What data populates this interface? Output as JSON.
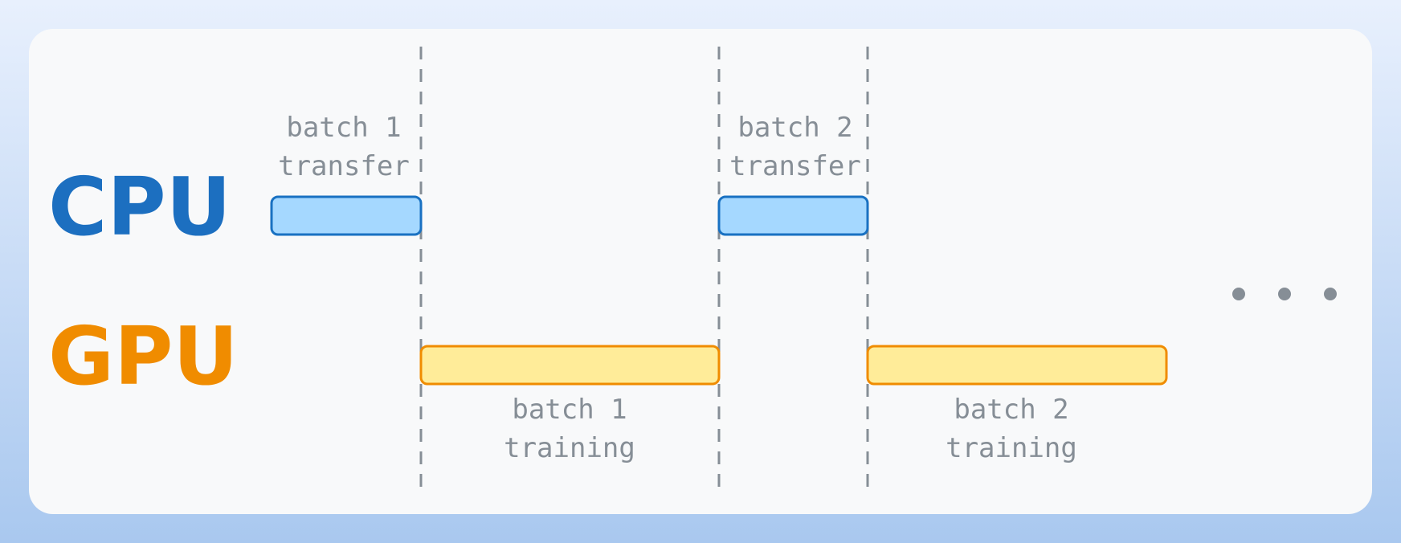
{
  "rows": {
    "cpu": {
      "label": "CPU",
      "color": "#1c6fc0"
    },
    "gpu": {
      "label": "GPU",
      "color": "#f08c00"
    }
  },
  "blocks": {
    "batch1_transfer": {
      "line1": "batch 1",
      "line2": "transfer"
    },
    "batch2_transfer": {
      "line1": "batch 2",
      "line2": "transfer"
    },
    "batch1_training": {
      "line1": "batch 1",
      "line2": "training"
    },
    "batch2_training": {
      "line1": "batch 2",
      "line2": "training"
    }
  },
  "colors": {
    "transfer_fill": "#a5d8ff",
    "transfer_stroke": "#1971c2",
    "training_fill": "#ffec99",
    "training_stroke": "#f08c00",
    "divider": "#868e96",
    "ellipsis": "#868e96"
  },
  "ellipsis": "continuation-dots"
}
